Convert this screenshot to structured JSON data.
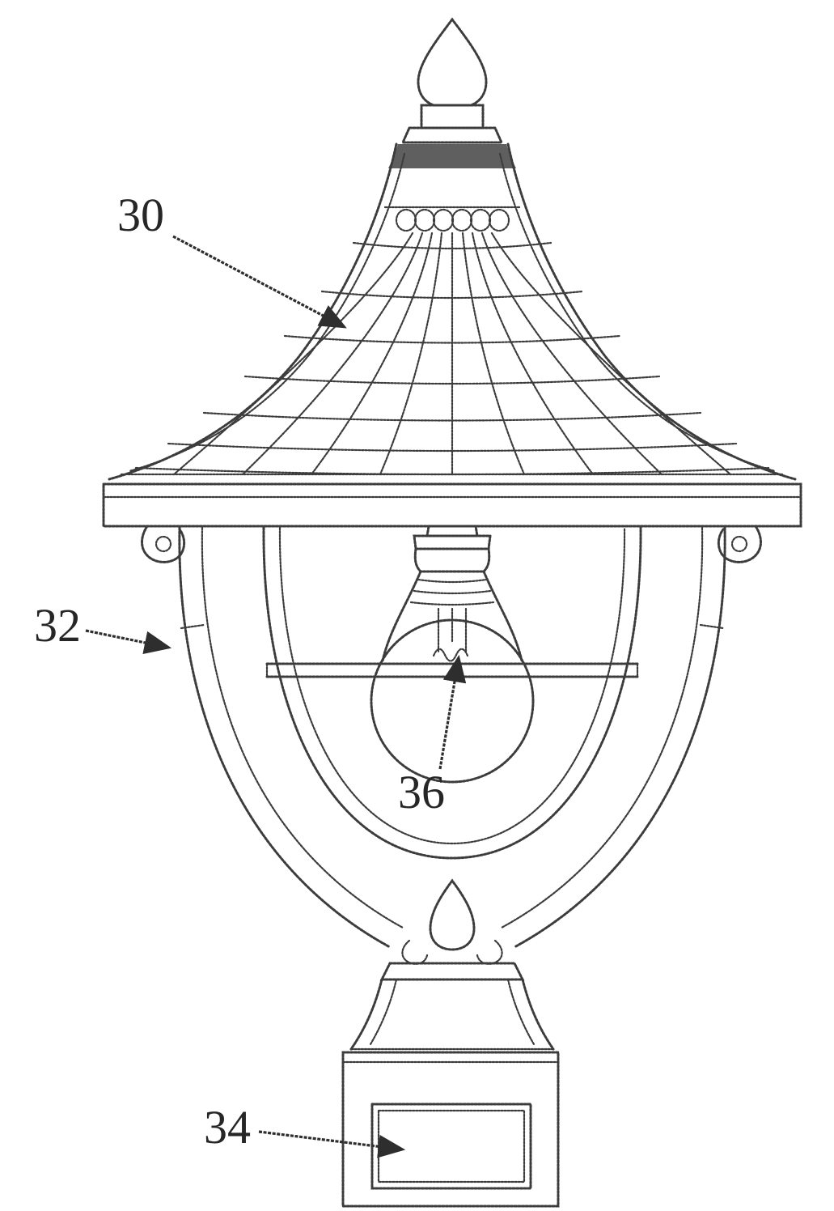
{
  "figure": {
    "background_color": "#ffffff",
    "ink_color": "#3c3c3c",
    "labels": [
      {
        "text": "30",
        "part": "tapered-roof"
      },
      {
        "text": "32",
        "part": "lantern-body"
      },
      {
        "text": "36",
        "part": "light-bulb"
      },
      {
        "text": "34",
        "part": "base-panel"
      }
    ]
  }
}
